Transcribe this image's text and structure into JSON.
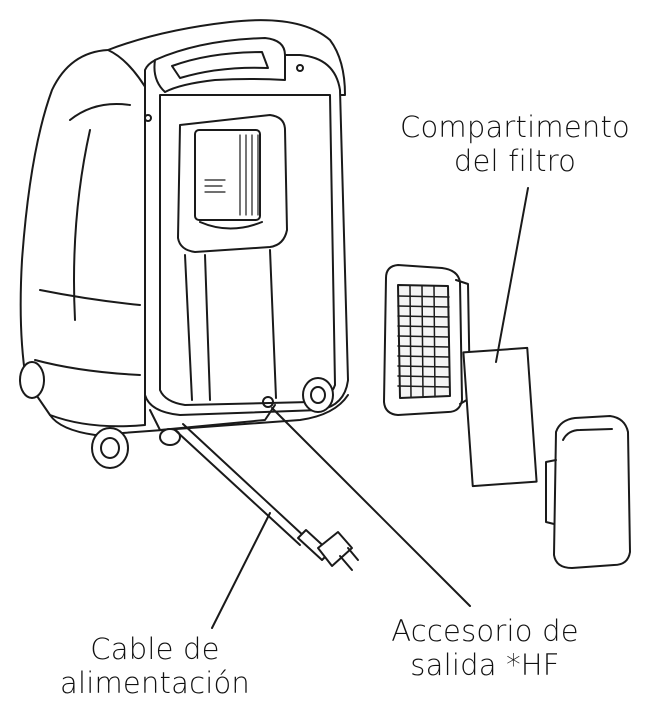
{
  "labels": {
    "filter_compartment": {
      "line1": "Compartimento",
      "line2": "del filtro"
    },
    "power_cable": {
      "line1": "Cable de",
      "line2": "alimentación"
    },
    "hf_outlet": {
      "line1": "Accesorio de",
      "line2": "salida *HF"
    }
  },
  "colors": {
    "line": "#1a1a1a",
    "fill": "#ffffff",
    "light_fill": "#f4f4f4"
  }
}
